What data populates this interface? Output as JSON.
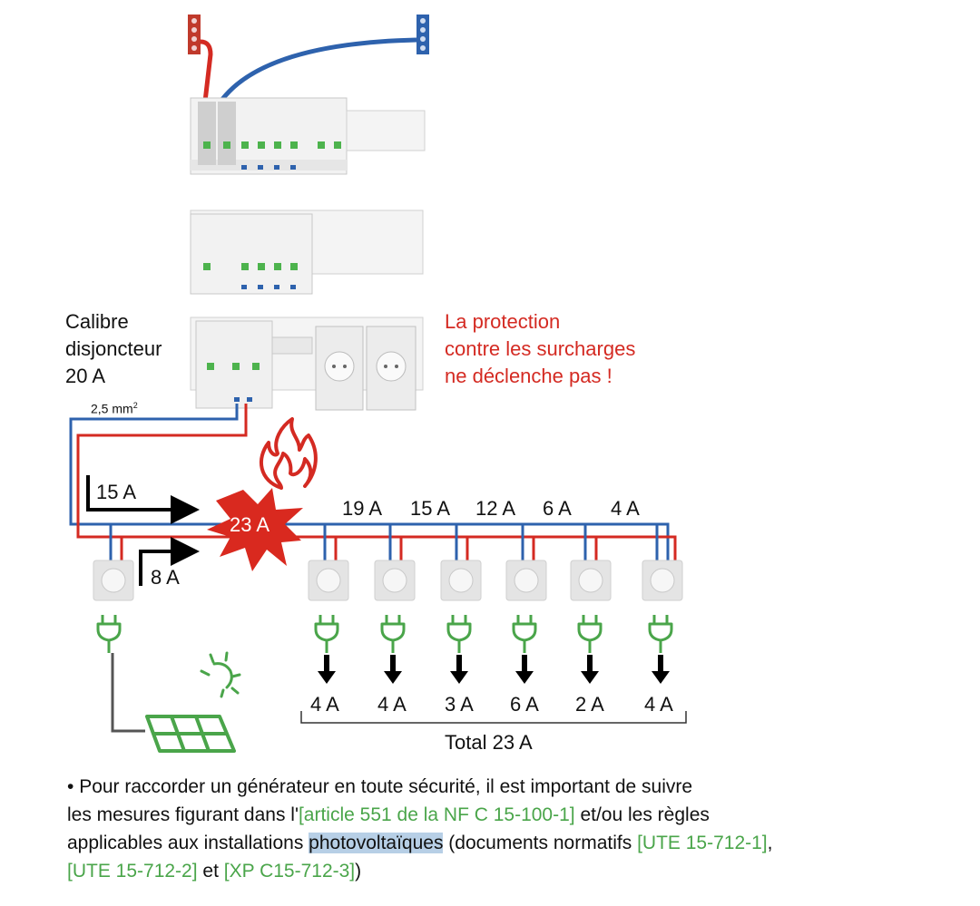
{
  "labels": {
    "breaker_line1": "Calibre",
    "breaker_line2": "disjoncteur",
    "breaker_line3": "20 A",
    "cable_section": "2,5 mm",
    "cable_section_sup": "2",
    "warning_line1": "La protection",
    "warning_line2": "contre les surcharges",
    "warning_line3": "ne déclenche pas !",
    "flow_from_panel": "15 A",
    "flow_from_generator": "8 A",
    "overload_current": "23 A",
    "total": "Total 23 A"
  },
  "segment_currents": [
    "19 A",
    "15 A",
    "12 A",
    "6 A",
    "4 A"
  ],
  "loads": [
    "4 A",
    "4 A",
    "3 A",
    "6 A",
    "2 A",
    "4 A"
  ],
  "paragraph": {
    "bullet": "•",
    "text1": " Pour raccorder un générateur en toute sécurité, il est important de suivre",
    "text2": "les mesures figurant dans l'",
    "link1": "[article 551 de la NF C 15-100-1]",
    "text3": " et/ou les règles",
    "text4": "applicables aux installations ",
    "highlight": "photovoltaïques",
    "text5": " (documents normatifs  ",
    "link2": "[UTE 15-712-1]",
    "text6": ",",
    "link3": "[UTE 15-712-2]",
    "text7": " et ",
    "link4": "[XP C15-712-3]",
    "text8": ")"
  },
  "colors": {
    "phase": "#d42a22",
    "neutral": "#2e62ad",
    "green": "#4aa54a",
    "highlight": "#b7cfe6"
  },
  "icons": [
    "panel-icon",
    "socket-icon",
    "plug-icon",
    "arrow-down-icon",
    "flame-icon",
    "burst-icon",
    "sun-icon",
    "solar-panel-icon"
  ]
}
